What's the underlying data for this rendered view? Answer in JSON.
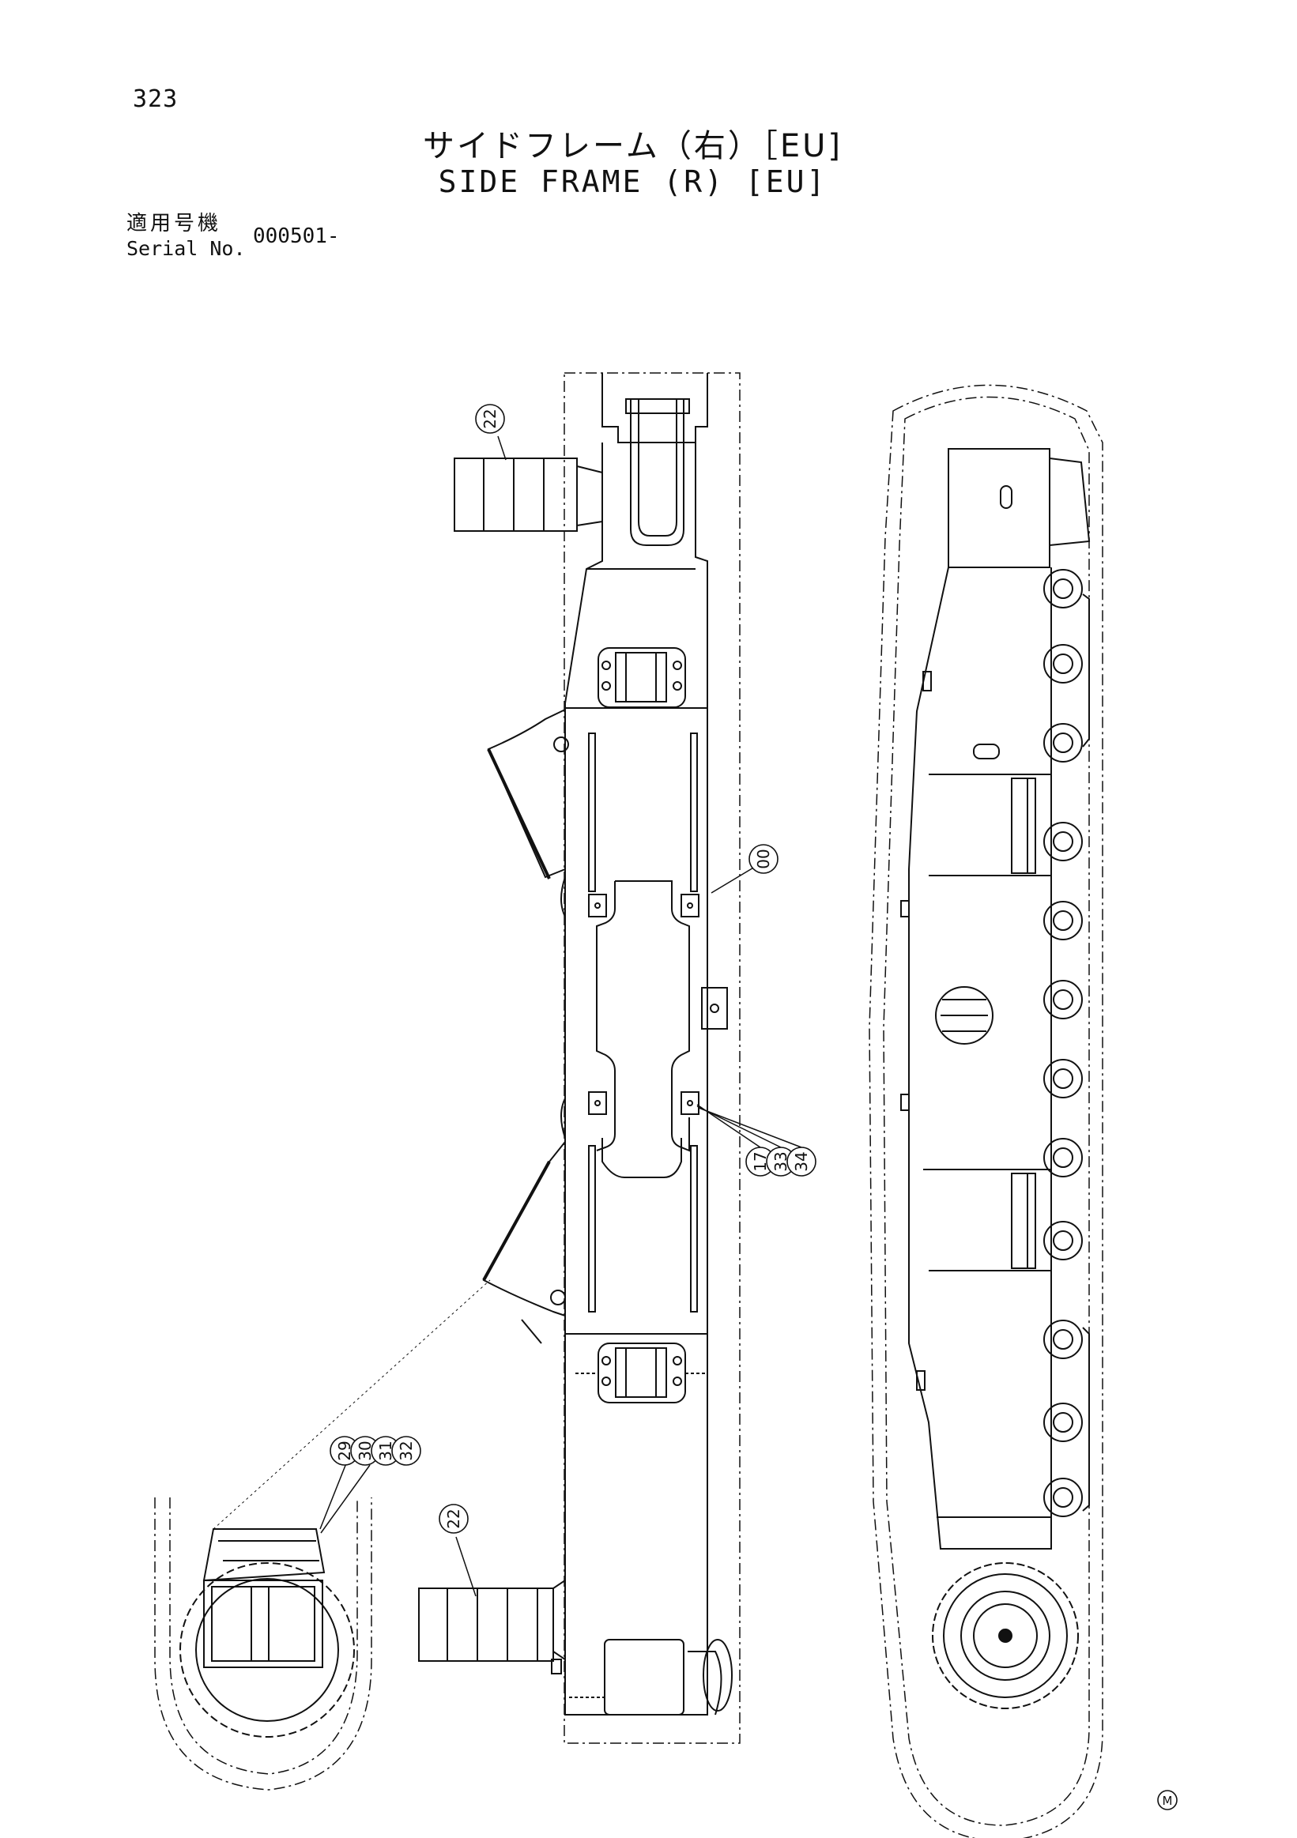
{
  "page_number": "323",
  "title_jp": "サイドフレーム（右）［EU]",
  "title_en": "SIDE FRAME (R) [EU]",
  "serial": {
    "label_jp": "適用号機",
    "label_en": "Serial No.",
    "value": "000501-"
  },
  "callouts": [
    {
      "id": "callout-22-top",
      "label": "22"
    },
    {
      "id": "callout-00",
      "label": "00"
    },
    {
      "id": "callout-17",
      "label": "17"
    },
    {
      "id": "callout-33",
      "label": "33"
    },
    {
      "id": "callout-34",
      "label": "34"
    },
    {
      "id": "callout-29",
      "label": "29"
    },
    {
      "id": "callout-30",
      "label": "30"
    },
    {
      "id": "callout-31",
      "label": "31"
    },
    {
      "id": "callout-32",
      "label": "32"
    },
    {
      "id": "callout-22-bottom",
      "label": "22"
    }
  ],
  "corner_mark": "M",
  "colors": {
    "ink": "#111111",
    "paper": "#ffffff"
  }
}
